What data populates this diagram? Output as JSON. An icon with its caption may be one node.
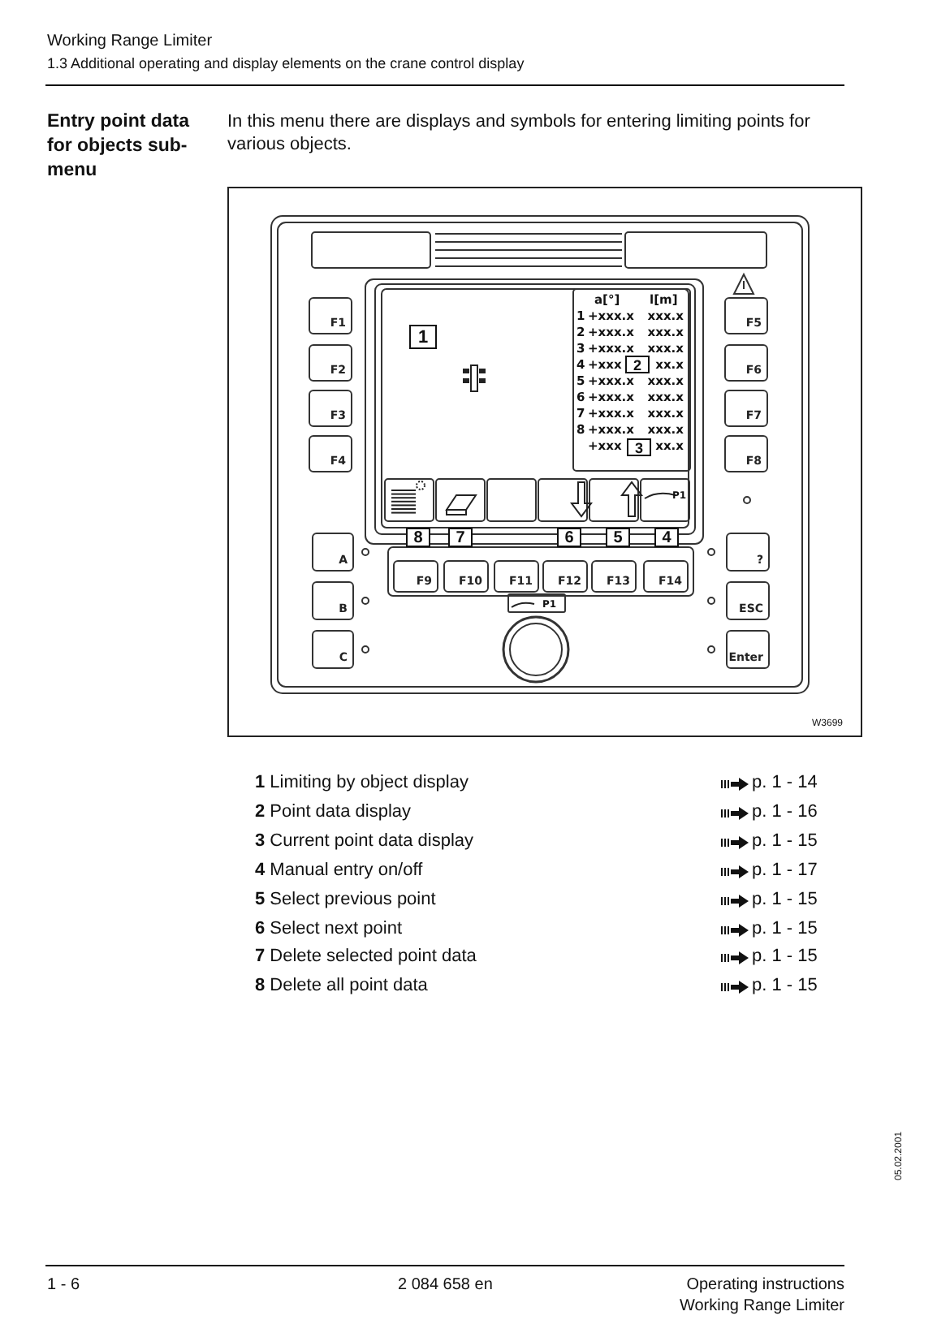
{
  "diagram": {
    "title": "Working Range Limiter",
    "nodes": [
      {
        "text": [
          "F1"
        ]
      },
      {
        "text": [
          "F2"
        ]
      },
      {
        "text": [
          "F3"
        ]
      },
      {
        "text": [
          "F4"
        ]
      },
      {
        "text": [
          "F5"
        ]
      },
      {
        "text": [
          "F6"
        ]
      },
      {
        "text": [
          "F7"
        ]
      },
      {
        "text": [
          "F8"
        ]
      },
      {
        "text": [
          "F9"
        ]
      },
      {
        "text": [
          "F10"
        ]
      },
      {
        "text": [
          "F11"
        ]
      },
      {
        "text": [
          "F12"
        ]
      },
      {
        "text": [
          "F13"
        ]
      },
      {
        "text": [
          "F14"
        ]
      },
      {
        "text": [
          "A"
        ]
      },
      {
        "text": [
          "B"
        ]
      },
      {
        "text": [
          "C"
        ]
      },
      {
        "text": [
          "?"
        ]
      },
      {
        "text": [
          "ESC"
        ]
      },
      {
        "text": [
          "Enter"
        ]
      }
    ],
    "labels": [
      "1.3 Additional operating and display elements on the crane control display",
      "Entry point data for objects sub-menu",
      "In this menu there are displays and symbols for entering limiting points for various objects.",
      "a[°]",
      "l[m]",
      "1",
      "+xxx.x",
      "xxx.x",
      "2",
      "+xxx.x",
      "xxx.x",
      "3",
      "+xxx.x",
      "xxx.x",
      "4",
      "+xxx",
      "xx.x",
      "5",
      "+xxx.x",
      "xxx.x",
      "6",
      "+xxx.x",
      "xxx.x",
      "7",
      "+xxx.x",
      "xxx.x",
      "8",
      "+xxx.x",
      "xxx.x",
      "+xxx",
      "xx.x",
      "1",
      "2",
      "3",
      "8",
      "7",
      "6",
      "5",
      "4",
      "P1",
      "P1",
      "W3699",
      "**1** Limiting by object display",
      "p. 1 - 14",
      "**2** Point data display",
      "p. 1 - 16",
      "**3** Current point data display",
      "p. 1 - 15",
      "**4** Manual entry on/off",
      "p. 1 - 17",
      "**5** Select previous point",
      "p. 1 - 15",
      "**6** Select next point",
      "p. 1 - 15",
      "**7** Delete selected point data",
      "p. 1 - 15",
      "**8** Delete all point data",
      "p. 1 - 15",
      "05.02.2001",
      "1 - 6",
      "2 084 658 en",
      "Operating instructions",
      "Working Range Limiter"
    ]
  }
}
